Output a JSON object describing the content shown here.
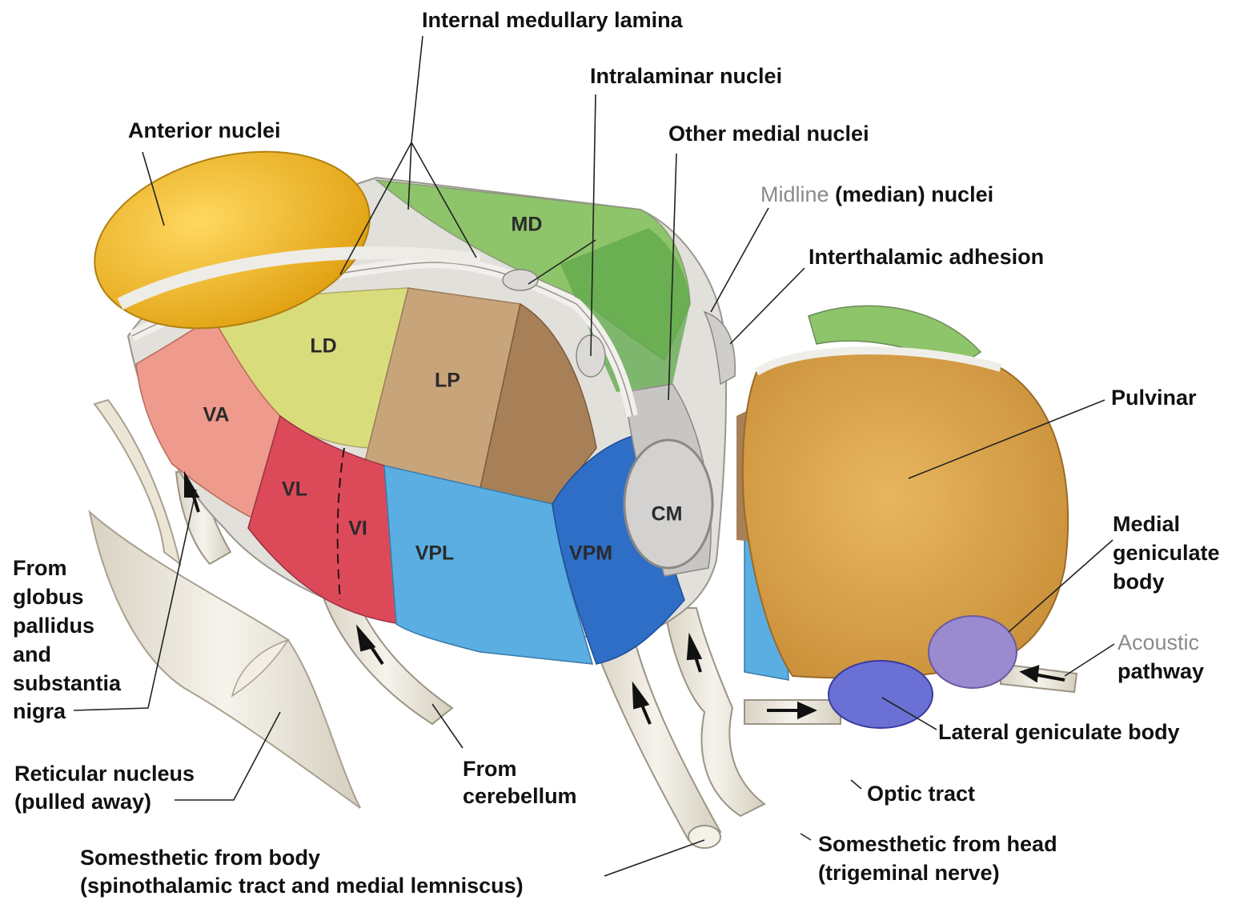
{
  "labels": {
    "internal_medullary_lamina": "Internal medullary lamina",
    "intralaminar_nuclei": "Intralaminar nuclei",
    "anterior_nuclei": "Anterior nuclei",
    "other_medial_nuclei": "Other medial nuclei",
    "midline_word": "Midline",
    "midline_rest": "(median) nuclei",
    "interthalamic_adhesion": "Interthalamic adhesion",
    "pulvinar": "Pulvinar",
    "medial_geniculate_1": "Medial",
    "medial_geniculate_2": "geniculate",
    "medial_geniculate_3": "body",
    "acoustic_1": "Acoustic",
    "acoustic_2": "pathway",
    "lateral_geniculate": "Lateral geniculate body",
    "optic_tract": "Optic tract",
    "somesthetic_head_1": "Somesthetic from head",
    "somesthetic_head_2": "(trigeminal nerve)",
    "somesthetic_body_1": "Somesthetic from body",
    "somesthetic_body_2": "(spinothalamic tract and medial lemniscus)",
    "from_cerebellum_1": "From",
    "from_cerebellum_2": "cerebellum",
    "reticular_1": "Reticular nucleus",
    "reticular_2": "(pulled away)",
    "globus_1": "From",
    "globus_2": "globus",
    "globus_3": "pallidus",
    "globus_4": "and",
    "globus_5": "substantia",
    "globus_6": "nigra"
  },
  "nuclei": {
    "md": "MD",
    "ld": "LD",
    "lp": "LP",
    "va": "VA",
    "vl": "VL",
    "vi": "VI",
    "vpl": "VPL",
    "vpm": "VPM",
    "cm": "CM"
  },
  "colors": {
    "anterior": "#e8a818",
    "md": "#8ec46a",
    "ld": "#d9dc7a",
    "lp": "#c8a47a",
    "lp_dark": "#a88058",
    "va": "#ee9a8c",
    "vl": "#dc4a5a",
    "vpl": "#5aaee2",
    "vpm": "#2e6ec6",
    "lamina": "#e0e0da",
    "cm": "#d4d2d0",
    "pulvinar": "#dba048",
    "lgn": "#6a70d4",
    "mgn": "#9a8ad0",
    "tract": "#ebe7dc"
  }
}
